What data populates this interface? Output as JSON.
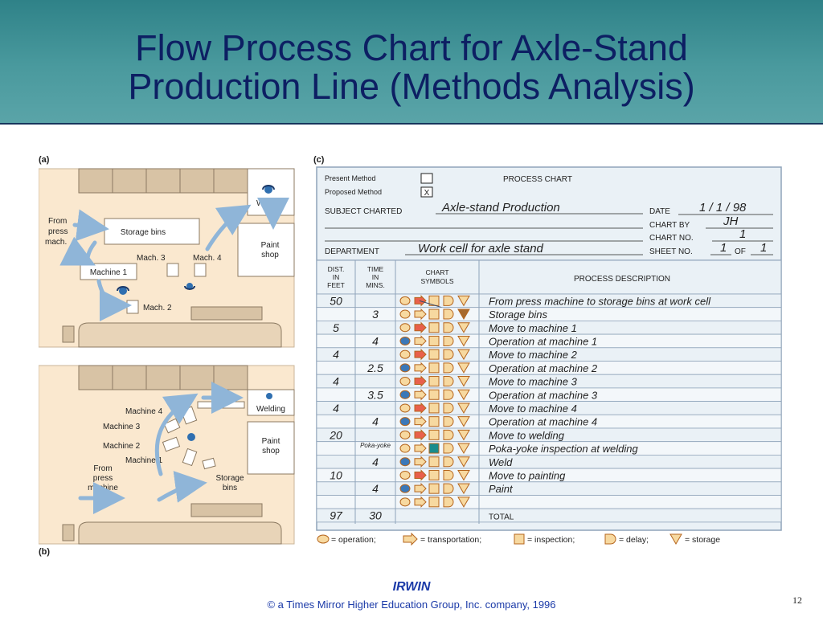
{
  "slide": {
    "title_line1": "Flow Process Chart for Axle-Stand",
    "title_line2": "Production Line (Methods Analysis)",
    "brand": "IRWIN",
    "copyright": "© a Times Mirror Higher Education Group, Inc. company, 1996",
    "page_number": "12"
  },
  "panel_a": {
    "label": "(a)",
    "from_press": [
      "From",
      "press",
      "mach."
    ],
    "storage_bins": "Storage bins",
    "machine1": "Machine 1",
    "mach2": "Mach. 2",
    "mach3": "Mach. 3",
    "mach4": "Mach. 4",
    "welding": "Welding",
    "paint_shop": [
      "Paint",
      "shop"
    ]
  },
  "panel_b": {
    "label": "(b)",
    "machine4": "Machine 4",
    "machine3": "Machine 3",
    "machine2": "Machine 2",
    "machine1": "Machine 1",
    "from_press": [
      "From",
      "press",
      "machine"
    ],
    "storage_bins": [
      "Storage",
      "bins"
    ],
    "welding": "Welding",
    "paint_shop": [
      "Paint",
      "shop"
    ]
  },
  "panel_c": {
    "label": "(c)",
    "present_method": "Present Method",
    "proposed_method": "Proposed Method",
    "proposed_checked": "X",
    "process_chart": "PROCESS CHART",
    "subject_charted_label": "SUBJECT CHARTED",
    "subject_charted_value": "Axle-stand Production",
    "date_label": "DATE",
    "date_value": "1 / 1 / 98",
    "chart_by_label": "CHART BY",
    "chart_by_value": "JH",
    "chart_no_label": "CHART NO.",
    "chart_no_value": "1",
    "department_label": "DEPARTMENT",
    "department_value": "Work cell for axle stand",
    "sheet_no_label": "SHEET NO.",
    "sheet_no_value": "1",
    "of_label": "OF",
    "of_value": "1",
    "col_dist": [
      "DIST.",
      "IN",
      "FEET"
    ],
    "col_time": [
      "TIME",
      "IN",
      "MINS."
    ],
    "col_symbols": [
      "CHART",
      "SYMBOLS"
    ],
    "col_desc": "PROCESS DESCRIPTION",
    "rows": [
      {
        "dist": "50",
        "time": "",
        "desc": "From press machine to storage bins at work cell",
        "mark": "transport"
      },
      {
        "dist": "",
        "time": "3",
        "desc": "Storage bins",
        "mark": "storage"
      },
      {
        "dist": "5",
        "time": "",
        "desc": "Move to machine 1",
        "mark": "transport"
      },
      {
        "dist": "",
        "time": "4",
        "desc": "Operation at machine 1",
        "mark": "operation"
      },
      {
        "dist": "4",
        "time": "",
        "desc": "Move to machine 2",
        "mark": "transport"
      },
      {
        "dist": "",
        "time": "2.5",
        "desc": "Operation at machine 2",
        "mark": "operation"
      },
      {
        "dist": "4",
        "time": "",
        "desc": "Move to machine 3",
        "mark": "transport"
      },
      {
        "dist": "",
        "time": "3.5",
        "desc": "Operation at machine 3",
        "mark": "operation"
      },
      {
        "dist": "4",
        "time": "",
        "desc": "Move to machine 4",
        "mark": "transport"
      },
      {
        "dist": "",
        "time": "4",
        "desc": "Operation at machine 4",
        "mark": "operation"
      },
      {
        "dist": "20",
        "time": "",
        "desc": "Move to welding",
        "mark": "transport"
      },
      {
        "dist": "",
        "time": "Poka-yoke",
        "desc": "Poka-yoke inspection at welding",
        "mark": "inspection"
      },
      {
        "dist": "",
        "time": "4",
        "desc": "Weld",
        "mark": "operation"
      },
      {
        "dist": "10",
        "time": "",
        "desc": "Move to painting",
        "mark": "transport"
      },
      {
        "dist": "",
        "time": "4",
        "desc": "Paint",
        "mark": "operation"
      },
      {
        "dist": "",
        "time": "",
        "desc": "",
        "mark": "none"
      },
      {
        "dist": "97",
        "time": "30",
        "desc": "TOTAL",
        "mark": "none"
      }
    ],
    "legend": {
      "operation": "= operation;",
      "transportation": "= transportation;",
      "inspection": "= inspection;",
      "delay": "= delay;",
      "storage": "= storage"
    }
  },
  "colors": {
    "header_bg": "#4a9a9e",
    "title": "#0d1f63",
    "chart_bg": "#f7e6c8",
    "chart_border": "#8fa4ba",
    "row_bg": "#eaf1f6",
    "op_fill": "#3b78b8",
    "transport_fill": "#e8604c",
    "storage_fill": "#a76a2e",
    "inspection_fill": "#1a8c8c",
    "brand": "#1b3aa8"
  }
}
